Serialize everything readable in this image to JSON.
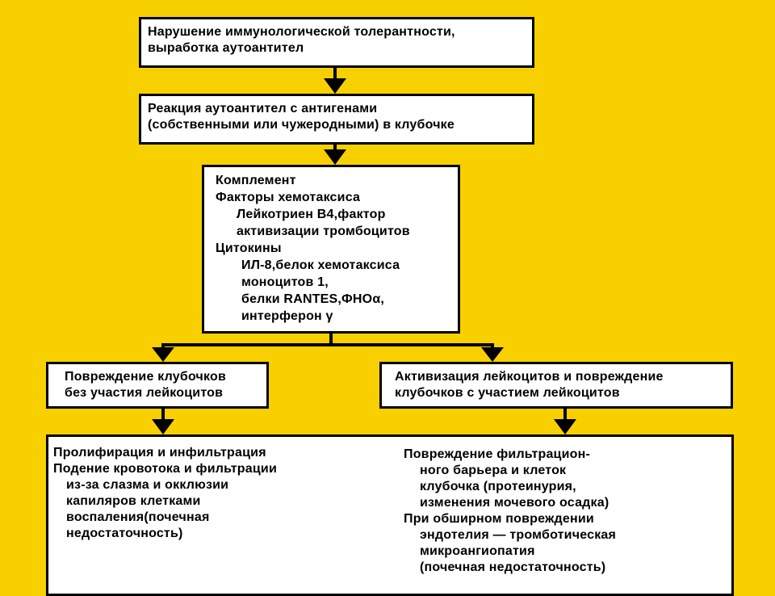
{
  "box1": {
    "lines": [
      "Нарушение иммунологической толерантности,",
      "выработка аутоантител"
    ]
  },
  "box2": {
    "lines": [
      "Реакция аутоантител с антигенами",
      "(собственными или чужеродными) в клубочке"
    ]
  },
  "box3": {
    "lines": [
      "Комплемент",
      "Факторы хемотаксиса",
      "Лейкотриен В4,фактор",
      "активизации тромбоцитов",
      "Цитокины",
      "ИЛ-8,белок хемотаксиса",
      "моноцитов 1,",
      "белки RANTES,ФНОα,",
      "интерферон γ"
    ]
  },
  "box4": {
    "lines": [
      "Повреждение клубочков",
      "без участия лейкоцитов"
    ]
  },
  "box5": {
    "lines": [
      "Активизация лейкоцитов и повреждение",
      "клубочков с участием лейкоцитов"
    ]
  },
  "box6": {
    "left": [
      "Пролифирация и инфильтрация",
      "Подение кровотока и фильтрации",
      "из-за слазма и окклюзии",
      "капиляров клетками",
      "воспаления(почечная",
      "недостаточность)"
    ],
    "right": [
      "Повреждение фильтрацион-",
      "ного барьера и клеток",
      "клубочка (протеинурия,",
      "изменения мочевого осадка)",
      "При обширном повреждении",
      "эндотелия — тромботическая",
      "микроангиопатия",
      "(почечная недостаточность)"
    ]
  },
  "colors": {
    "background": "#f8d000",
    "box_fill": "#ffffff",
    "stroke": "#000000"
  }
}
